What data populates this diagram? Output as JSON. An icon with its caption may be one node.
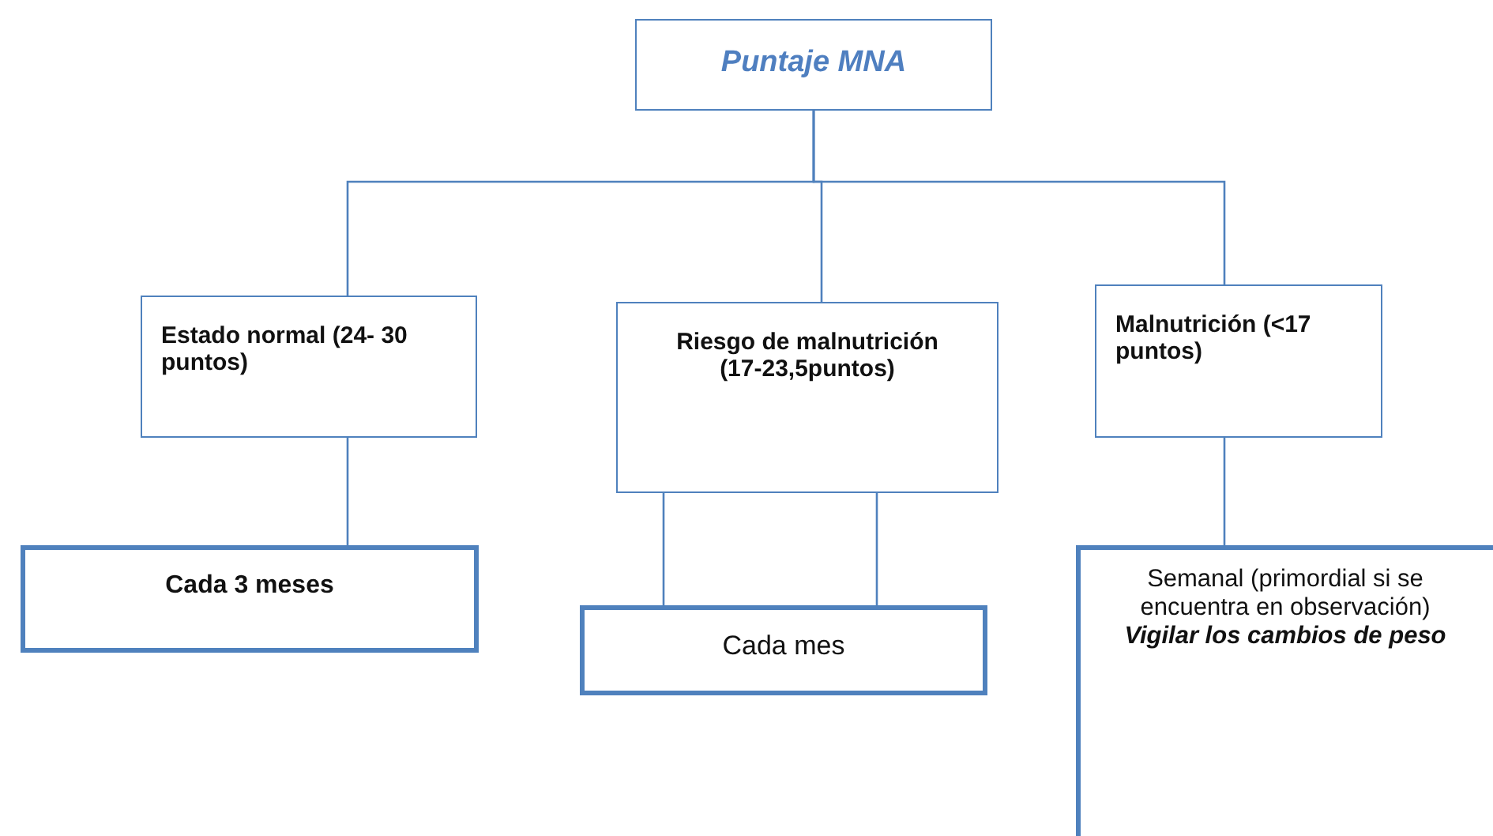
{
  "diagram": {
    "nodes": [
      {
        "text": [
          "Puntaje MNA"
        ]
      },
      {
        "text": [
          "Estado normal (24- 30 puntos)"
        ]
      },
      {
        "text": [
          "Riesgo de malnutrición (17-23,5puntos)"
        ]
      },
      {
        "text": [
          "Malnutrición (<17 puntos)"
        ]
      },
      {
        "text": [
          "Cada 3 meses"
        ]
      },
      {
        "text": [
          "Cada mes"
        ]
      },
      {
        "text": [
          "Semanal (primordial si se encuentra en observación)",
          "Vigilar los cambios de peso"
        ]
      }
    ],
    "edges": [
      {
        "from": 0,
        "to": 1,
        "arrow": "none"
      },
      {
        "from": 0,
        "to": 2,
        "arrow": "none"
      },
      {
        "from": 0,
        "to": 3,
        "arrow": "none"
      },
      {
        "from": 1,
        "to": 4,
        "arrow": "none"
      },
      {
        "from": 2,
        "to": 5,
        "arrow": "none"
      },
      {
        "from": 2,
        "to": 5,
        "arrow": "none"
      },
      {
        "from": 3,
        "to": 6,
        "arrow": "none"
      }
    ]
  }
}
